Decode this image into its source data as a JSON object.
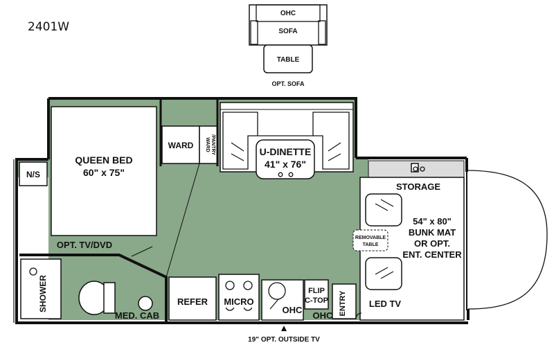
{
  "model": "2401W",
  "opt_sofa": {
    "ohc": "OHC",
    "sofa": "SOFA",
    "table": "TABLE",
    "caption": "OPT. SOFA"
  },
  "rooms": {
    "queen_bed": [
      "QUEEN BED",
      "60\" x 75\""
    ],
    "ward": "WARD",
    "ward_pantry": [
      "WARD",
      "/PANTRY"
    ],
    "u_dinette": [
      "U-DINETTE",
      "41\" x 76\""
    ],
    "storage": "STORAGE",
    "bunk": [
      "54\" x 80\"",
      "BUNK MAT",
      "OR OPT.",
      "ENT. CENTER"
    ],
    "removable_table": [
      "REMOVABLE",
      "TABLE"
    ],
    "ns": "N/S",
    "opt_tv_dvd": "OPT. TV/DVD",
    "shower": "SHOWER",
    "med_cab": "MED. CAB",
    "refer": "REFER",
    "micro": "MICRO",
    "ohc_kitchen": "OHC",
    "flip_ctop": [
      "FLIP",
      "C-TOP"
    ],
    "ohc_entry": "OHC",
    "entry": "ENTRY",
    "led_tv": "LED TV"
  },
  "footer": "19\" OPT. OUTSIDE TV",
  "colors": {
    "floor": "#8aa88a",
    "wall": "#111111",
    "fixture": "#ffffff"
  }
}
